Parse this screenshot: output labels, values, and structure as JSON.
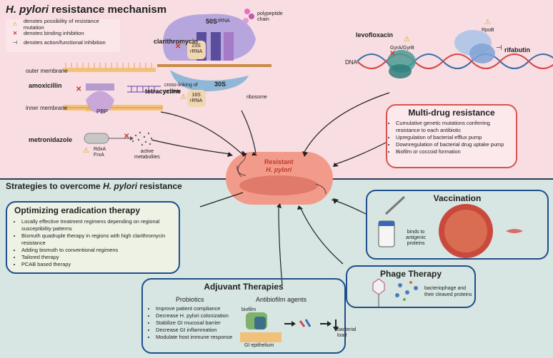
{
  "top_title": {
    "prefix": "H. pylori",
    "rest": " resistance mechanism"
  },
  "legend": [
    {
      "icon": "warning-icon",
      "text": "denotes possibility of resistance mutation"
    },
    {
      "icon": "cross-icon",
      "text": "denotes binding inhibition"
    },
    {
      "icon": "inhibit-icon",
      "text": "denotes action/functional inhibition"
    }
  ],
  "membrane": {
    "outer": "outer membrane",
    "inner": "inner membrane",
    "crosslink": "cross-linking of peptide",
    "pbp": "PBP"
  },
  "drugs": {
    "amoxicillin": "amoxicillin",
    "metronidazole": "metronidazole",
    "clarithromycin": "clarithromycin",
    "tetracycline": "tetracycline",
    "levofloxacin": "levofloxacin",
    "rifabutin": "rifabutin"
  },
  "metro": {
    "genes": "RdxA\nFrxA",
    "gene1": "RdxA",
    "gene2": "FrxA",
    "metabolites1": "active",
    "metabolites2": "metabolites"
  },
  "ribosome": {
    "s50": "50S",
    "s30": "30S",
    "trna": "tRNA",
    "poly1": "polypeptide",
    "poly2": "chain",
    "rrna23_1": "23S",
    "rrna23_2": "rRNA",
    "rrna16_1": "16S",
    "rrna16_2": "rRNA",
    "label": "ribosome"
  },
  "dna": {
    "label": "DNA",
    "gyr": "GyrA/GyrB",
    "rpob": "RpoB"
  },
  "mdr": {
    "title": "Multi-drug resistance",
    "items": [
      "Cumulative genetic mutations conferring resistance to each antibiotic",
      "Upregulation of bacterial efflux pump",
      "Downregulation of bacterial drug uptake pump",
      "Biofilm or coccoid formation"
    ]
  },
  "center": {
    "line1": "Resistant",
    "line2": "H. pylori"
  },
  "bottom_title": {
    "prefix": "Strategies to overcome ",
    "italic": "H. pylori",
    "rest": " resistance"
  },
  "opt": {
    "title": "Optimizing eradication therapy",
    "items": [
      "Locally effective treatment regimens depending on regional susceptibility patterns",
      "Bismuth quadruple therapy in regions with high clarithromycin resistance",
      "Adding bismuth to conventional regimens",
      "Tailored therapy",
      "PCAB based therapy"
    ]
  },
  "vacc": {
    "title": "Vaccination",
    "binds1": "binds to",
    "binds2": "antigenic",
    "binds3": "proteins"
  },
  "phage": {
    "title": "Phage Therapy",
    "desc1": "bacteriophage and",
    "desc2": "their cleaved proteins"
  },
  "adj": {
    "title": "Adjuvant Therapies",
    "probiotics": "Probiotics",
    "antibiofilm": "Antibiofilm agents",
    "items": [
      "Improve patient compliance",
      "Decrease H. pylori colonization",
      "Stabilize GI mucosal barrier",
      "Decrease GI inflammation",
      "Modulate host immune response"
    ],
    "biofilm": "biofilm",
    "epithelium": "GI epithelium",
    "load1": "bacterial",
    "load2": "load"
  },
  "colors": {
    "top_bg": "#f8dde2",
    "bottom_bg": "#d7e6e2",
    "box_border": "#1f4e8c",
    "mdr_border": "#d9534f"
  }
}
